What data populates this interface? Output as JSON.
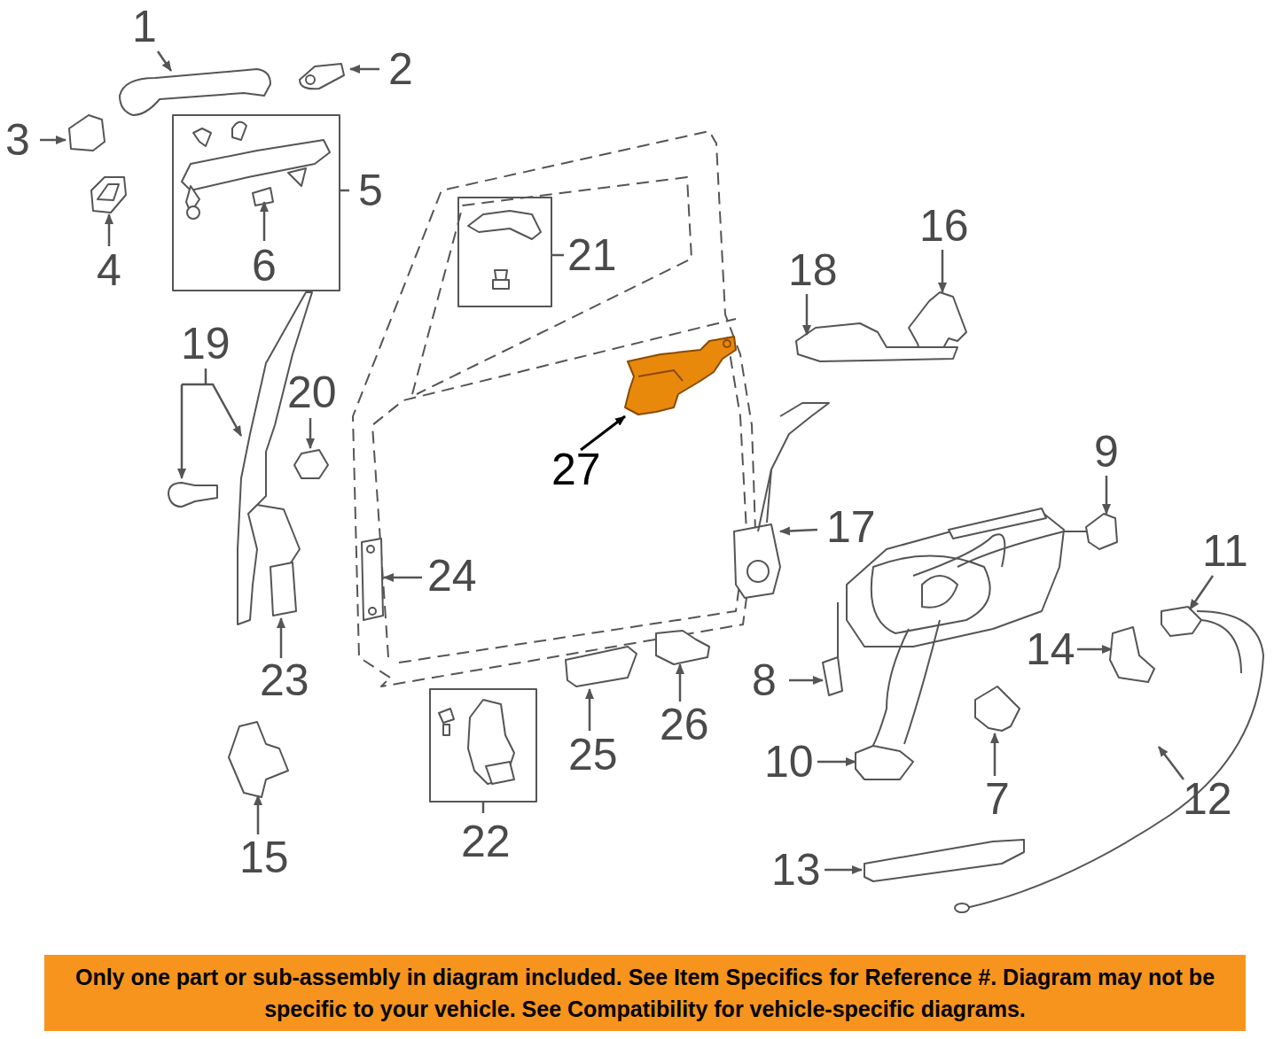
{
  "diagram": {
    "nodes": [
      {
        "text": [
          "Only one part or sub-assembly in diagram included. See Item Specifics for Reference #. Diagram may not be specific to your vehicle. See Compatibility for vehicle-specific diagrams."
        ]
      }
    ],
    "labels": [
      "1",
      "2",
      "3",
      "4",
      "5",
      "6",
      "21",
      "16",
      "18",
      "19",
      "20",
      "27",
      "17",
      "9",
      "24",
      "11",
      "14",
      "8",
      "23",
      "25",
      "26",
      "10",
      "7",
      "12",
      "15",
      "22",
      "13"
    ]
  }
}
